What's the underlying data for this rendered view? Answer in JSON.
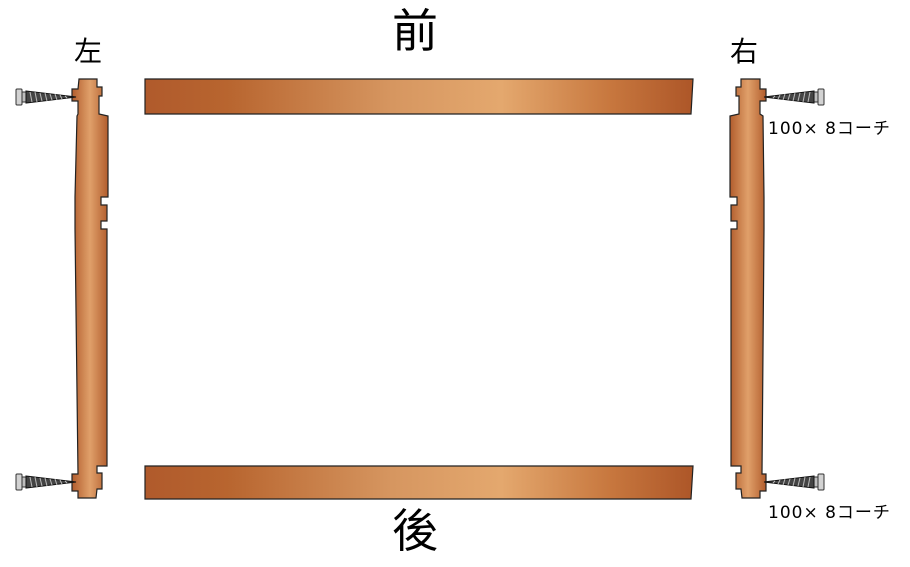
{
  "labels": {
    "front": "前",
    "back": "後",
    "left": "左",
    "right": "右"
  },
  "screw_note": {
    "top": "100× 8コーチ",
    "bottom": "100× 8コーチ"
  },
  "colors": {
    "wood_dark": "#b05a2c",
    "wood_light": "#e4a66c",
    "outline": "#222222",
    "screw_head": "#cfcfcf"
  },
  "icons": [
    "screw-icon"
  ]
}
